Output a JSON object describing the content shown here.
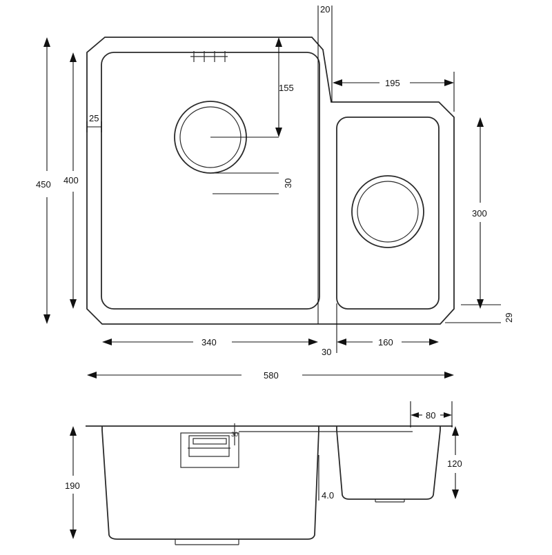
{
  "drawing": {
    "colors": {
      "line": "#2a2a2a",
      "text": "#111111",
      "background": "#ffffff"
    },
    "plan_view": {
      "dims": {
        "d20": "20",
        "d155": "155",
        "d195": "195",
        "d25": "25",
        "d450": "450",
        "d400": "400",
        "d30_waste": "30",
        "d300": "300",
        "d29": "29",
        "d340": "340",
        "d30_gap": "30",
        "d160": "160",
        "d580": "580"
      }
    },
    "side_view": {
      "dims": {
        "d80": "80",
        "d30_flange": "30",
        "d120": "120",
        "d190": "190",
        "d4": "4.0"
      }
    }
  }
}
